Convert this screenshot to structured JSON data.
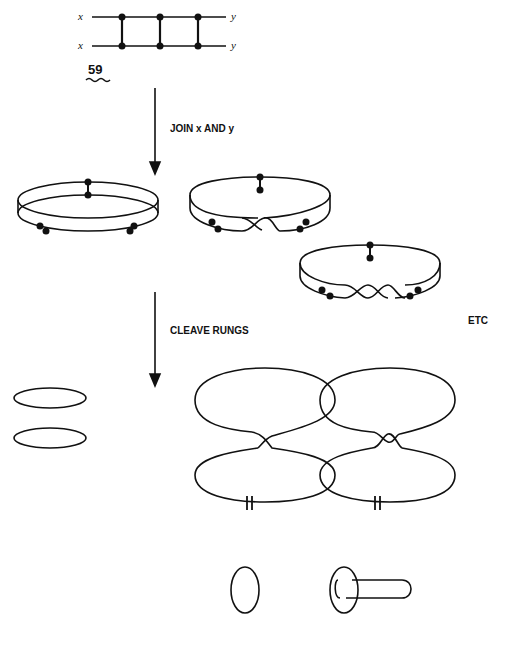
{
  "diagram": {
    "labels": [
      "x",
      "x",
      "y",
      "y",
      "59",
      "JOIN x AND y",
      "CLEAVE RUNGS",
      "ETC"
    ]
  }
}
